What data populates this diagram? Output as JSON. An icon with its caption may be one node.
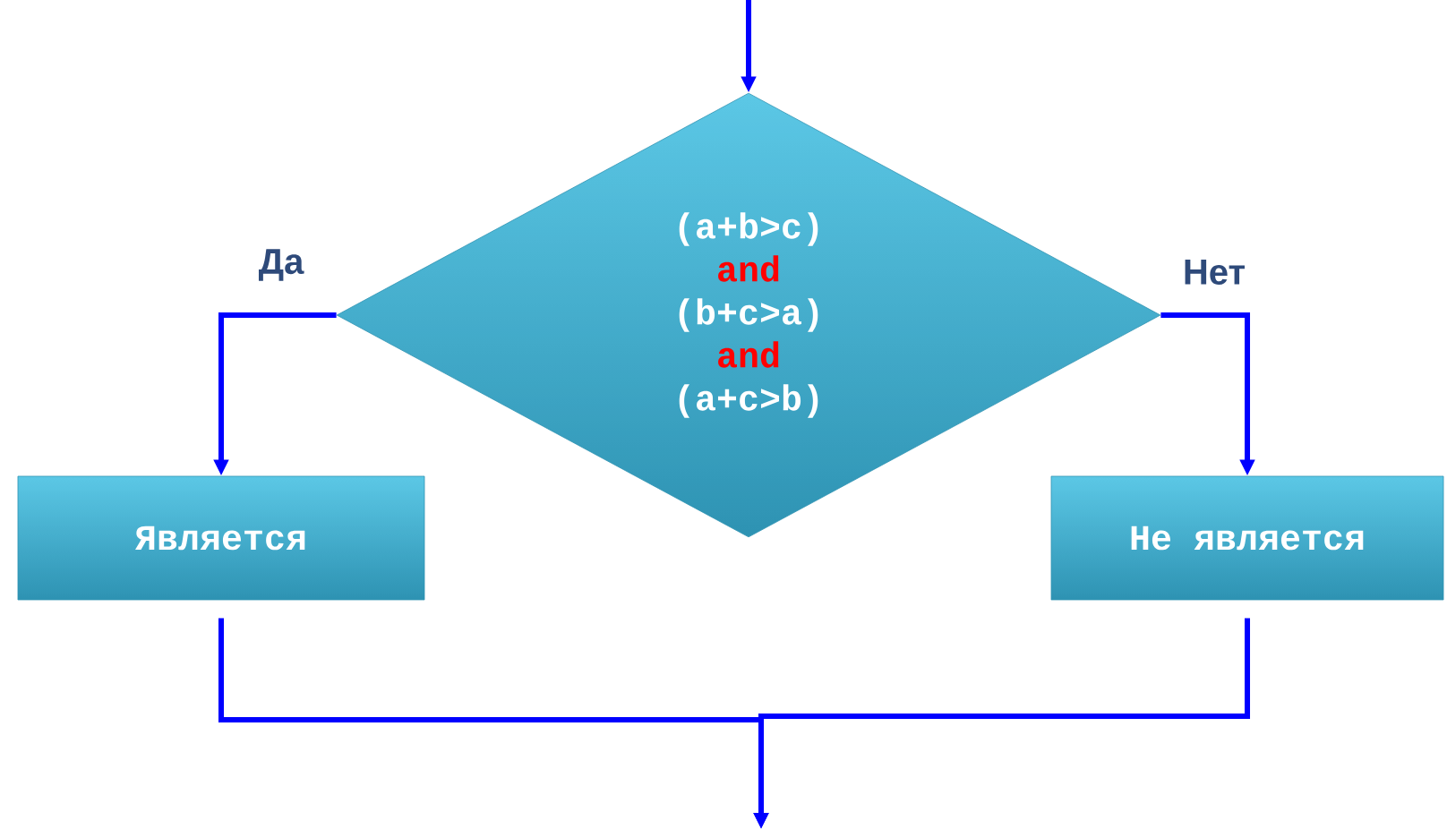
{
  "diagram": {
    "nodes": [
      {
        "text": [
          "(a+b>c)",
          "and",
          "(b+c>a)",
          "and",
          "(a+c>b)"
        ]
      },
      {
        "text": [
          "Является"
        ]
      },
      {
        "text": [
          "Не является"
        ]
      }
    ],
    "edges": [
      {
        "from": null,
        "to": 0,
        "arrow": "to"
      },
      {
        "from": 0,
        "to": 1,
        "arrow": "to",
        "label": "Да"
      },
      {
        "from": 0,
        "to": 2,
        "arrow": "to",
        "label": "Нет"
      },
      {
        "from": 1,
        "to": null,
        "arrow": "to"
      },
      {
        "from": 2,
        "to": null,
        "arrow": "to"
      }
    ]
  }
}
